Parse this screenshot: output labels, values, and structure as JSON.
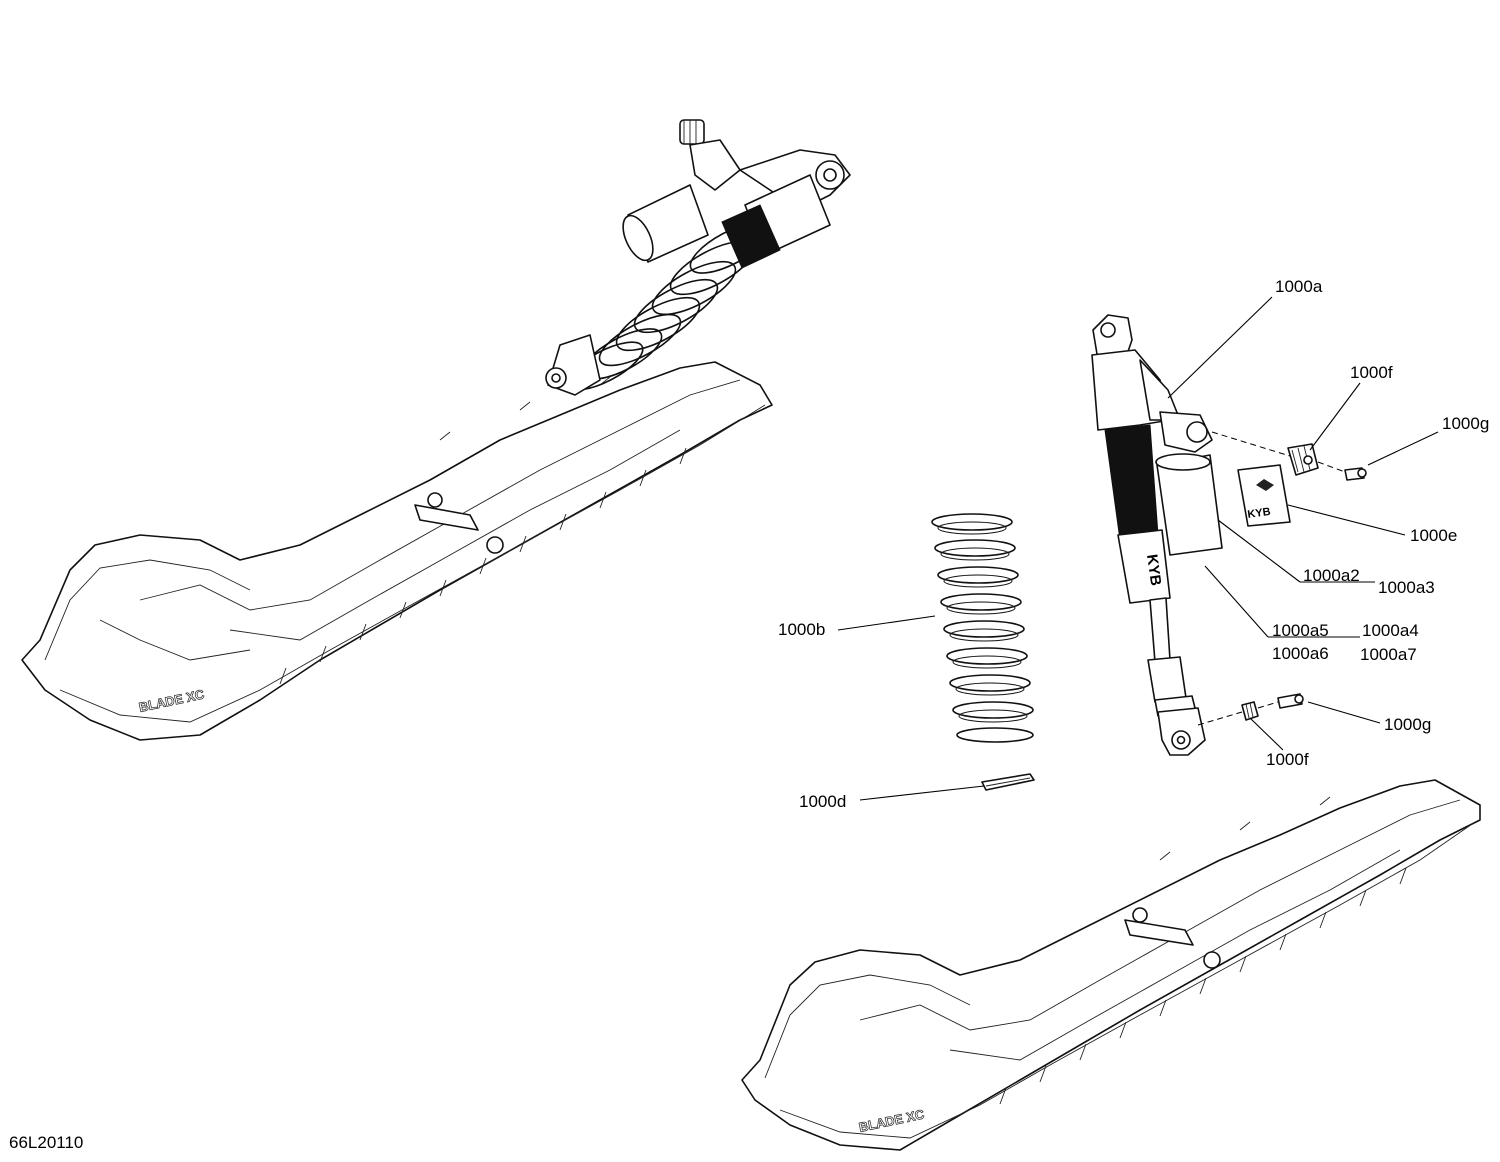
{
  "diagram": {
    "drawing_number": "66L20110",
    "callouts": {
      "c1000a": "1000a",
      "c1000f_top": "1000f",
      "c1000g_top": "1000g",
      "c1000e": "1000e",
      "c1000a2": "1000a2",
      "c1000a3": "1000a3",
      "c1000a5": "1000a5",
      "c1000a4": "1000a4",
      "c1000a6": "1000a6",
      "c1000a7": "1000a7",
      "c1000b": "1000b",
      "c1000g_bottom": "1000g",
      "c1000f_bottom": "1000f",
      "c1000d": "1000d"
    },
    "shock_brand": "KYB",
    "ski_brand": "BLADE XC"
  }
}
